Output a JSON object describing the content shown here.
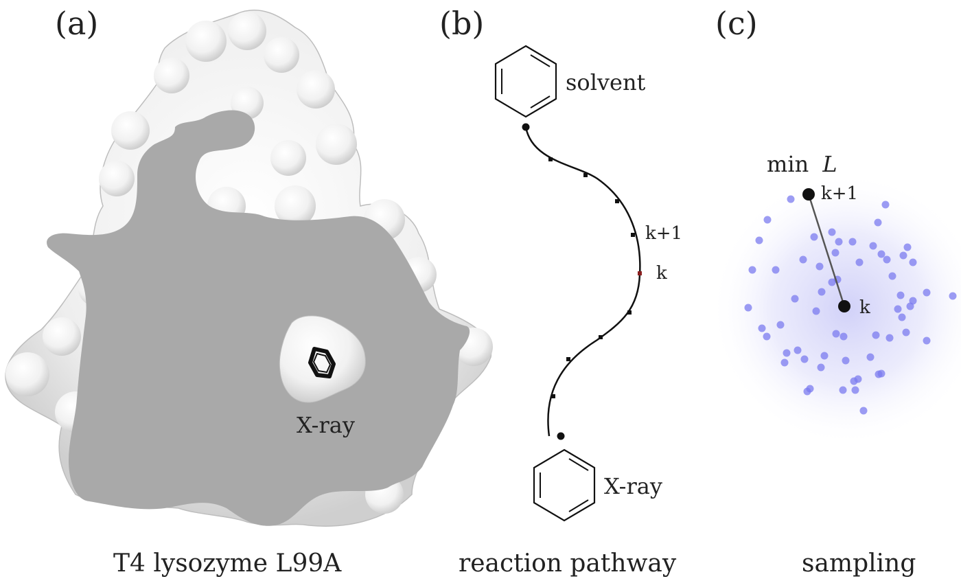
{
  "panels": {
    "a": {
      "label": "(a)",
      "caption": "T4 lysozyme L99A",
      "ligand_label": "X-ray"
    },
    "b": {
      "label": "(b)",
      "caption": "reaction pathway",
      "top_label": "solvent",
      "bottom_label": "X-ray",
      "node_k1_label": "k+1",
      "node_k_label": "k"
    },
    "c": {
      "label": "(c)",
      "caption": "sampling",
      "objective_prefix": "min",
      "objective_symbol": "L",
      "node_k1_label": "k+1",
      "node_k_label": "k",
      "sample_color": "#7b7bef"
    }
  },
  "colors": {
    "protein_surface": "#f2f2f2",
    "protein_cut": "#a9a9a9",
    "ink": "#111111",
    "glow": "#c9c9f7"
  }
}
